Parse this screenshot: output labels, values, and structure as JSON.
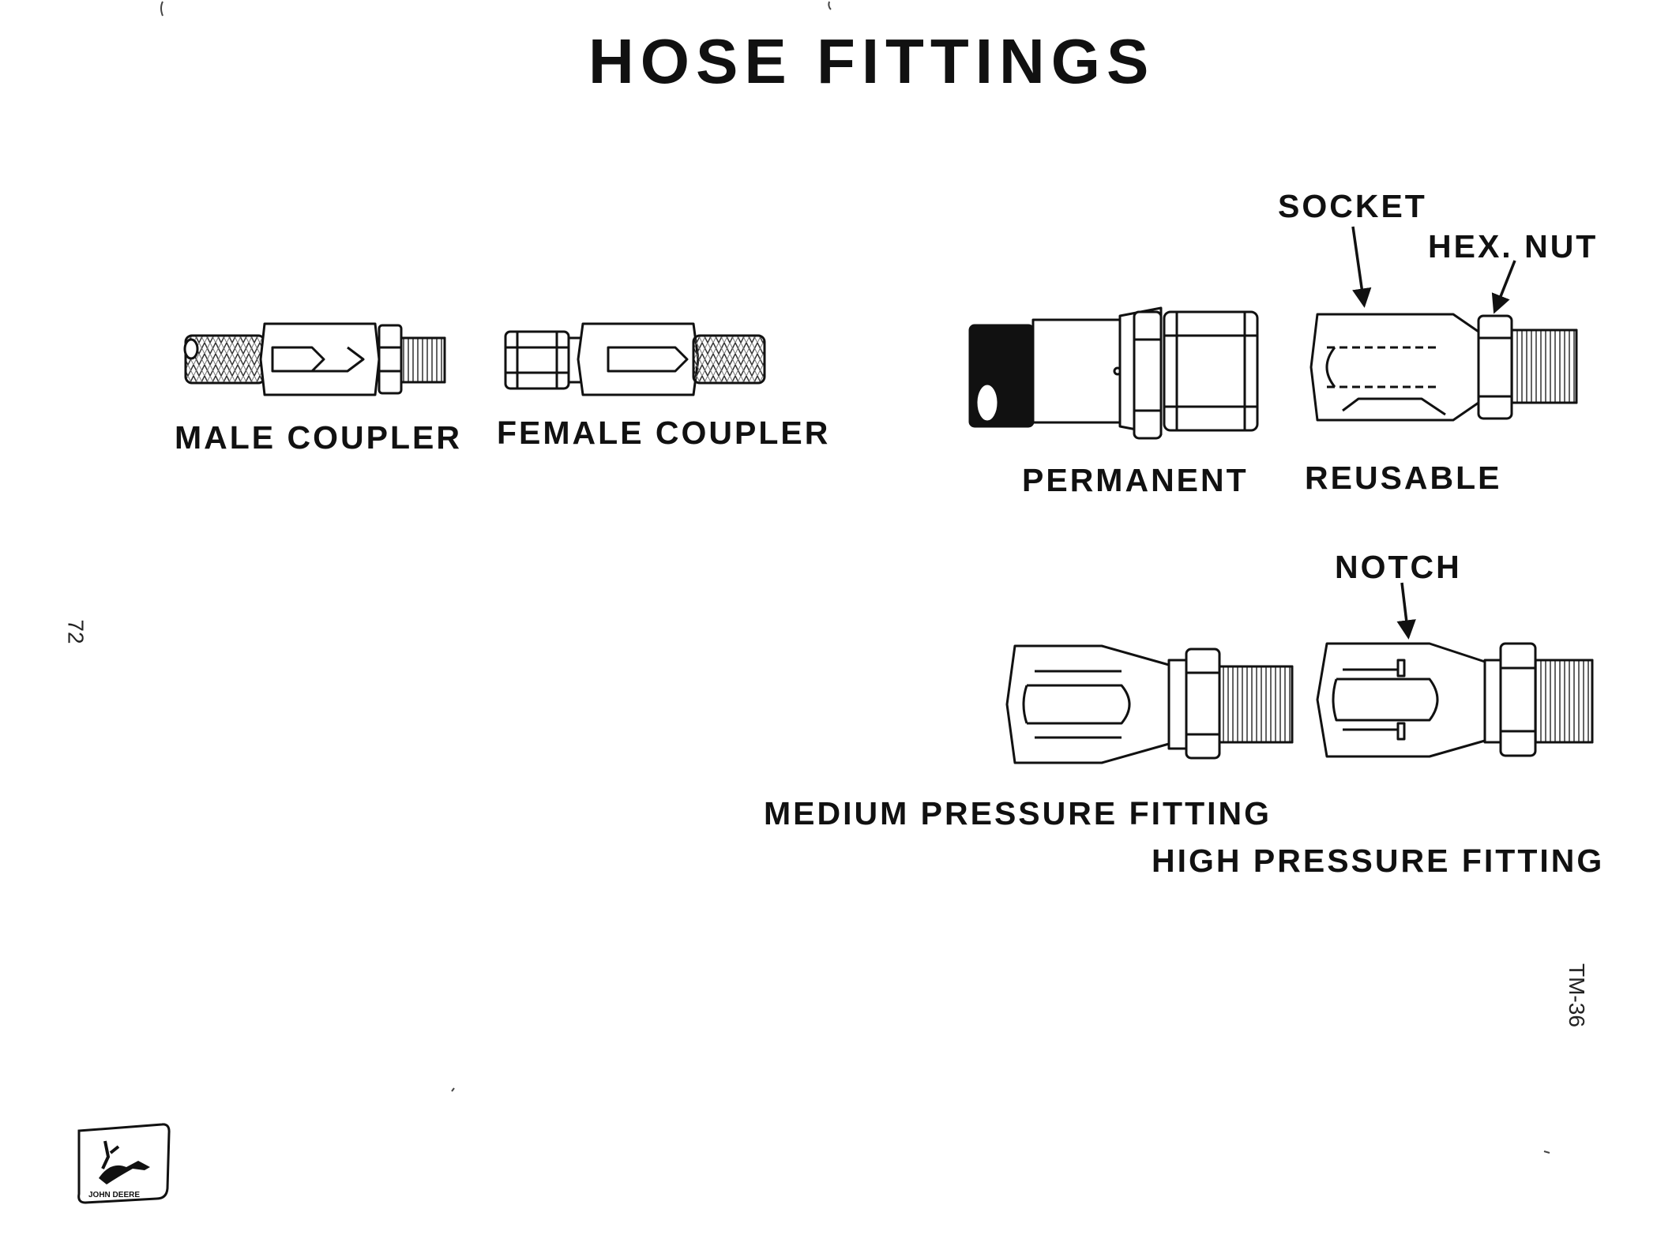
{
  "title": "HOSE FITTINGS",
  "labels": {
    "male_coupler": "MALE COUPLER",
    "female_coupler": "FEMALE COUPLER",
    "permanent": "PERMANENT",
    "reusable": "REUSABLE",
    "socket": "SOCKET",
    "hex_nut": "HEX. NUT",
    "notch": "NOTCH",
    "medium_pressure": "MEDIUM PRESSURE FITTING",
    "high_pressure": "HIGH PRESSURE FITTING"
  },
  "page_number": "72",
  "tm_code": "TM-36",
  "logo_text": "JOHN DEERE"
}
